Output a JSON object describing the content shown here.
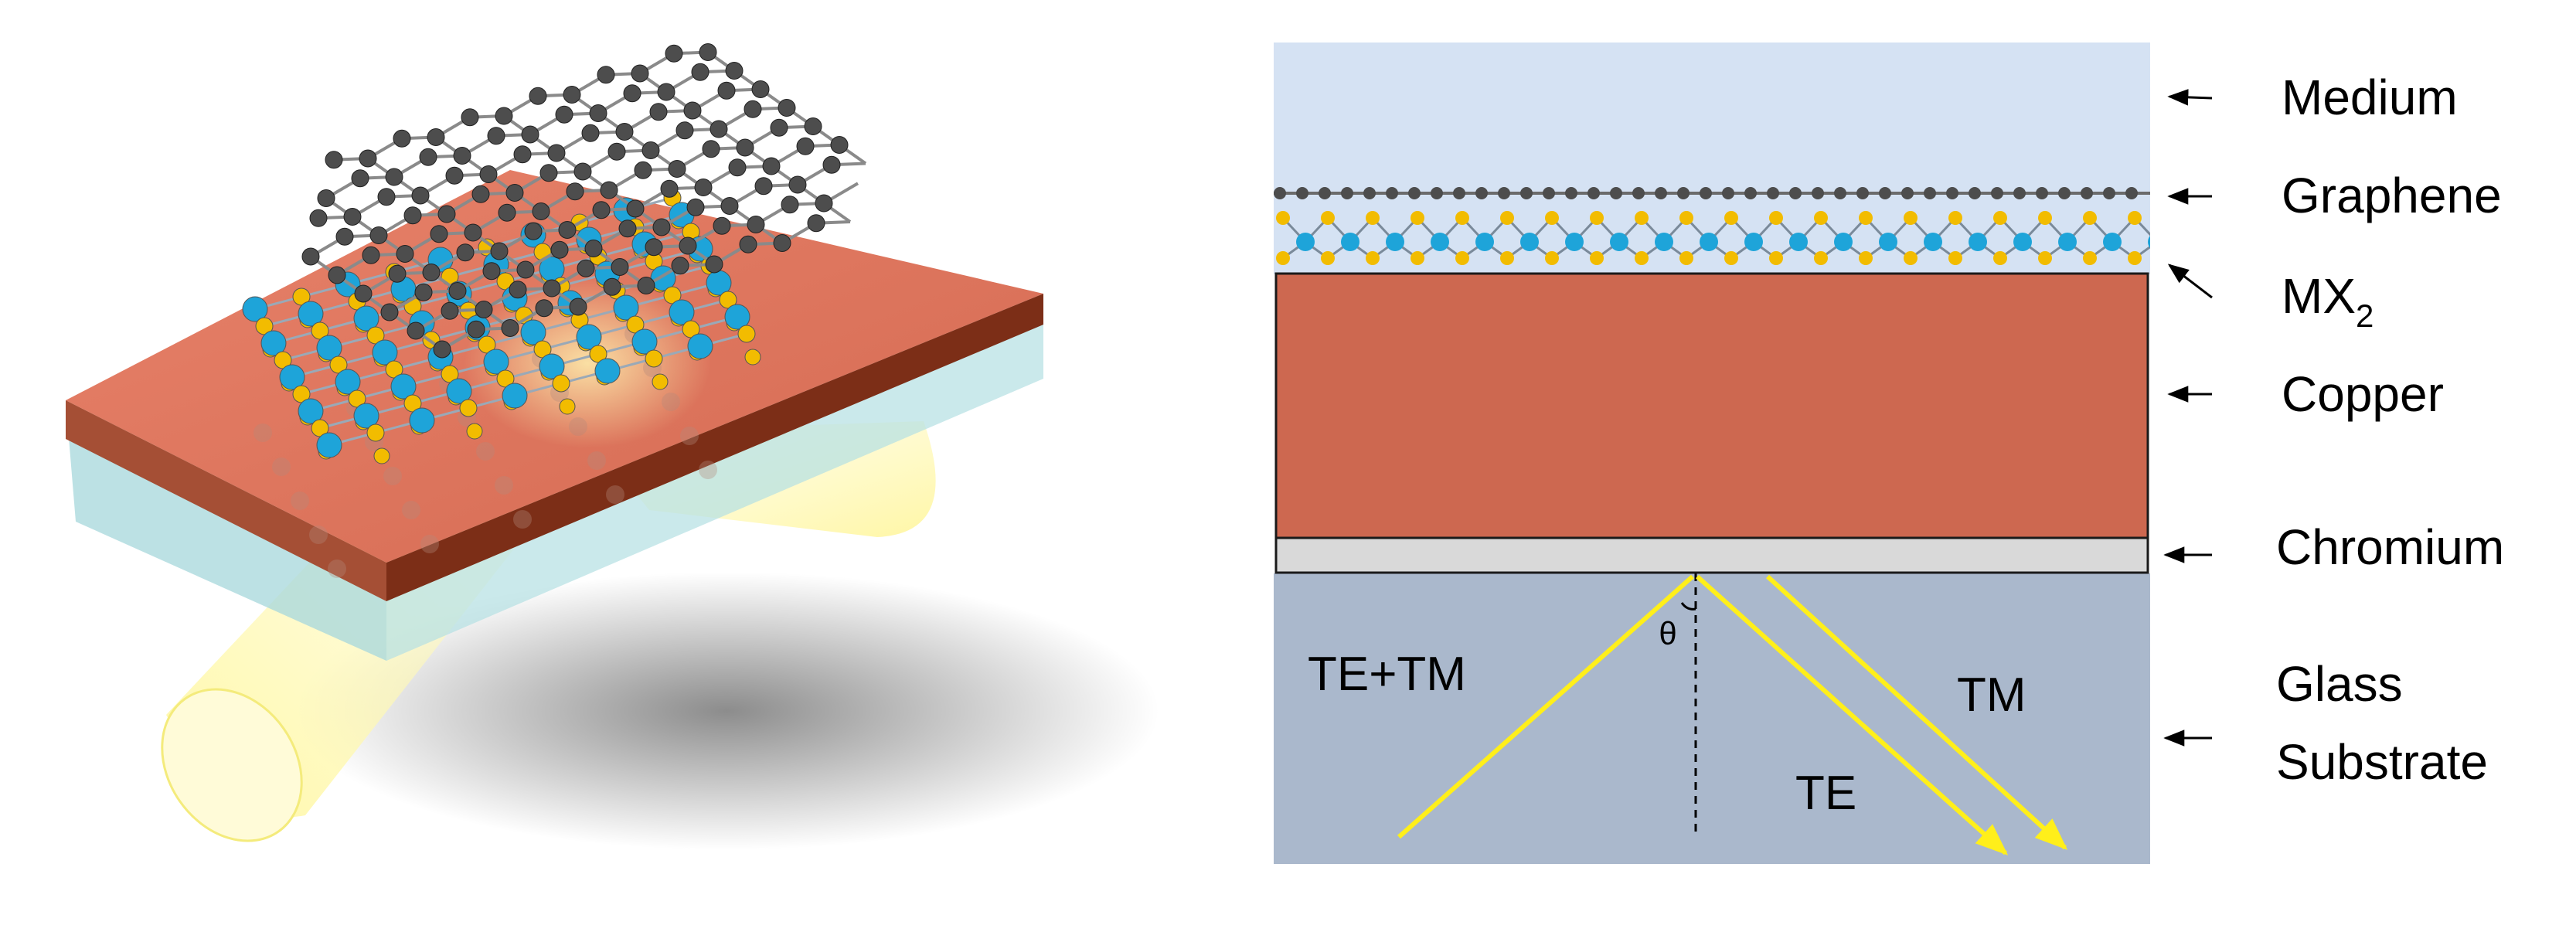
{
  "layers": [
    {
      "name": "medium",
      "label": "Medium"
    },
    {
      "name": "graphene",
      "label": "Graphene"
    },
    {
      "name": "mx2",
      "label": "MX",
      "label_sub": "2"
    },
    {
      "name": "copper",
      "label": "Copper"
    },
    {
      "name": "chromium",
      "label": "Chromium"
    },
    {
      "name": "glass",
      "label_line1": "Glass",
      "label_line2": "Substrate"
    }
  ],
  "beams": {
    "incident": "TE+TM",
    "reflected_te": "TE",
    "reflected_tm": "TM",
    "angle_symbol": "θ"
  },
  "colors": {
    "medium": "#d5e2f3",
    "copper": "#cd6850",
    "chromium": "#d9d9d9",
    "glass": "#aab8cc",
    "beam": "#ffef1a",
    "carbon_atom": "#4d4d4d",
    "metal_atom": "#1ea4d9",
    "chalcogen_atom": "#f2bc00"
  }
}
